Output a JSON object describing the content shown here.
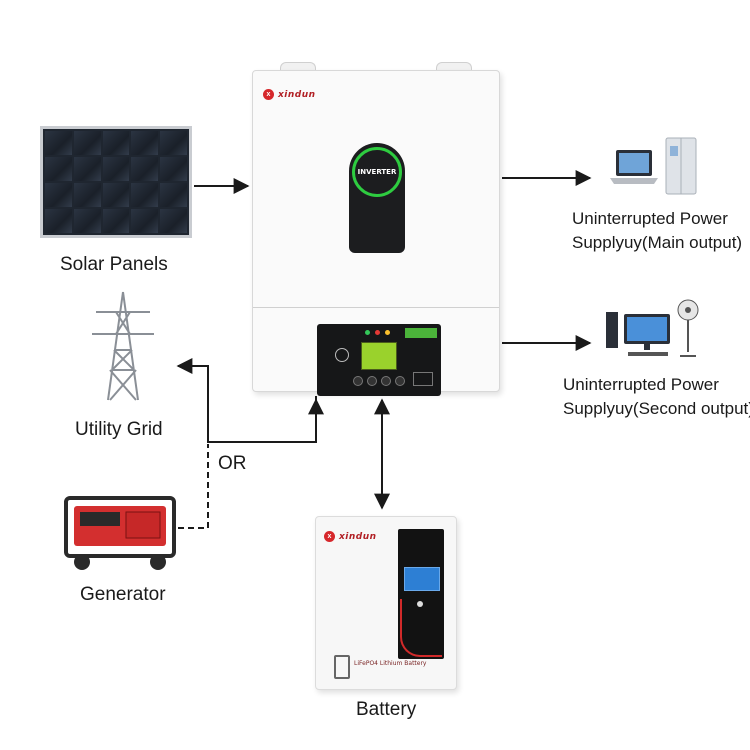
{
  "labels": {
    "solar_panels": "Solar Panels",
    "utility_grid": "Utility Grid",
    "or": "OR",
    "generator": "Generator",
    "battery": "Battery",
    "main_output_line1": "Uninterrupted Power",
    "main_output_line2": "Supplyuy(Main output)",
    "second_output_line1": "Uninterrupted Power",
    "second_output_line2": "Supplyuy(Second output)"
  },
  "inverter": {
    "brand": "xindun",
    "window_text": "INVERTER"
  },
  "battery_device": {
    "brand": "xindun",
    "product_text": "LiFePO4 Lithium Battery"
  },
  "colors": {
    "arrow": "#1a1a1a",
    "brand_red": "#d6272b",
    "inverter_ring": "#2ecc40",
    "lcd": "#9ad22c"
  },
  "icons": [
    "solar-panel-icon",
    "inverter-icon",
    "power-tower-icon",
    "generator-icon",
    "battery-icon",
    "laptop-icon",
    "refrigerator-icon",
    "desktop-computer-icon",
    "fan-icon"
  ]
}
